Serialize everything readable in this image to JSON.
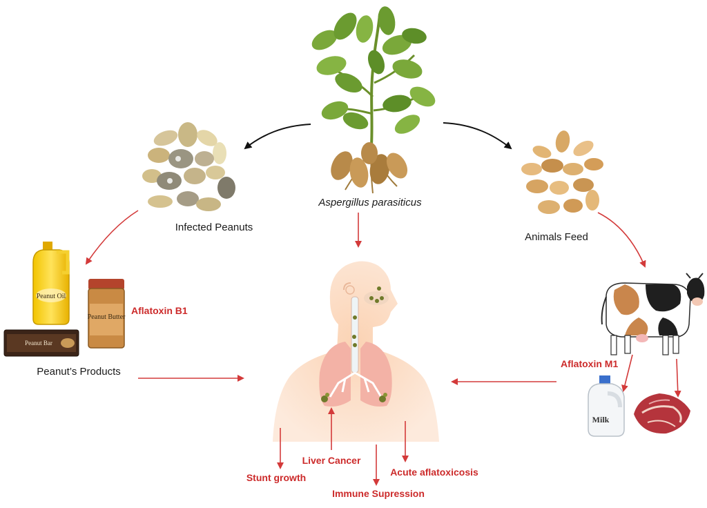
{
  "center": {
    "organism": "Aspergillus parasiticus"
  },
  "sources": {
    "infected_peanuts": "Infected Peanuts",
    "animals_feed": "Animals Feed",
    "peanut_products": "Peanut’s Products"
  },
  "products": {
    "peanut_oil": "Peanut Oil",
    "peanut_butter": "Peanut Butter",
    "peanut_bar": "Peanut Bar",
    "milk": "Milk"
  },
  "toxins": {
    "b1": "Aflatoxin B1",
    "m1": "Aflatoxin M1"
  },
  "effects": {
    "liver_cancer": "Liver Cancer",
    "stunt_growth": "Stunt growth",
    "acute": "Acute aflatoxicosis",
    "immune": "Immune Supression"
  },
  "colors": {
    "effect_red": "#cc2a2a",
    "arrow_black": "#111111",
    "body_skin": "#f8c9a6"
  }
}
